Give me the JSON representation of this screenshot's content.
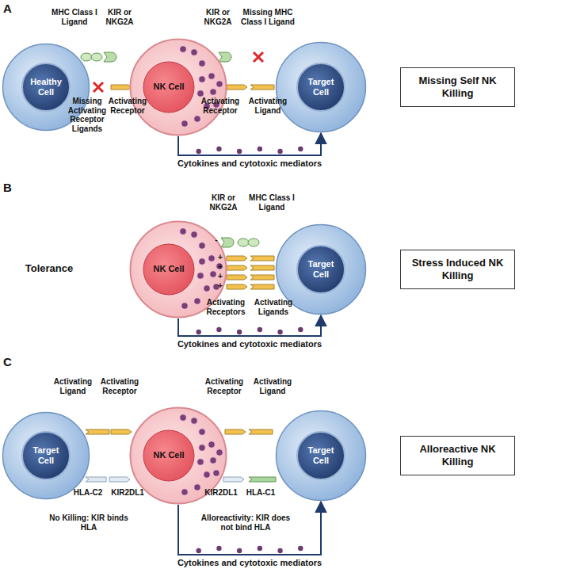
{
  "diagram": {
    "nodes": [
      {
        "text": [
          "Healthy Cell"
        ]
      },
      {
        "text": [
          "NK Cell"
        ]
      },
      {
        "text": [
          "Target Cell"
        ]
      },
      {
        "text": [
          "Missing Self NK Killing"
        ]
      },
      {
        "text": [
          "NK Cell"
        ]
      },
      {
        "text": [
          "Target Cell"
        ]
      },
      {
        "text": [
          "Stress Induced NK Killing"
        ]
      },
      {
        "text": [
          "Target Cell"
        ]
      },
      {
        "text": [
          "NK Cell"
        ]
      },
      {
        "text": [
          "Target Cell"
        ]
      },
      {
        "text": [
          "Alloreactive NK Killing"
        ]
      }
    ],
    "edges": [
      {
        "from": 1,
        "to": 2,
        "arrow": "to",
        "label": "Cytokines and cytotoxic mediators"
      },
      {
        "from": 4,
        "to": 5,
        "arrow": "to",
        "label": "Cytokines and cytotoxic mediators"
      },
      {
        "from": 8,
        "to": 9,
        "arrow": "to",
        "label": "Cytokines and cytotoxic mediators"
      }
    ],
    "labels": [
      "A",
      "MHC Class I Ligand",
      "KIR or NKG2A",
      "Missing Activating Receptor Ligands",
      "Activating Receptor",
      "KIR or NKG2A",
      "Missing MHC Class I Ligand",
      "Activating Receptor",
      "Activating Ligand",
      "B",
      "Tolerance",
      "KIR or NKG2A",
      "MHC Class I Ligand",
      "-",
      "+",
      "+",
      "+",
      "+",
      "Activating Receptors",
      "Activating Ligands",
      "C",
      "Activating Ligand",
      "Activating Receptor",
      "Activating Receptor",
      "Activating Ligand",
      "HLA-C2",
      "KIR2DL1",
      "KIR2DL1",
      "HLA-C1",
      "No Killing: KIR binds HLA",
      "Alloreactivity: KIR does not bind HLA"
    ]
  }
}
